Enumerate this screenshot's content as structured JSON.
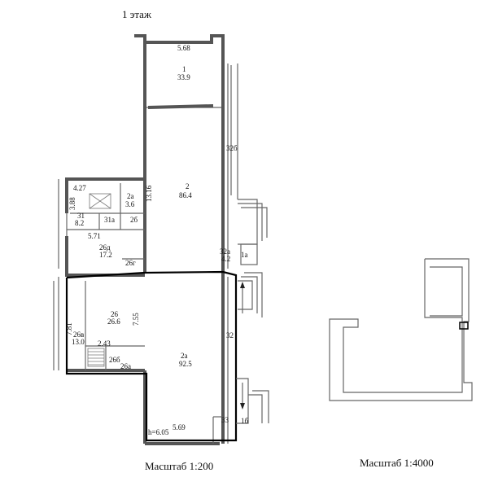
{
  "title": "1 этаж",
  "scale_main": "Масштаб 1:200",
  "scale_small": "Масштаб 1:4000",
  "dims": {
    "d568": "5.68",
    "d1316": "13.16",
    "d427": "4.27",
    "d388": "3.88",
    "d571": "5.71",
    "d781": "7.81",
    "d755": "7.55",
    "d243": "2.43",
    "d569": "5.69",
    "height": "h=6.05"
  },
  "rooms": [
    {
      "id": "1",
      "area": "33.9"
    },
    {
      "id": "2",
      "area": "86.4"
    },
    {
      "id": "2а",
      "area": "3.6"
    },
    {
      "id": "31",
      "area": "8.2"
    },
    {
      "id": "31а"
    },
    {
      "id": "2б"
    },
    {
      "id": "26д",
      "area": "17.2"
    },
    {
      "id": "26г"
    },
    {
      "id": "26",
      "area": "26.6"
    },
    {
      "id": "26в",
      "area": "13.0"
    },
    {
      "id": "26б"
    },
    {
      "id": "26а"
    },
    {
      "id": "2а",
      "area": "92.5"
    },
    {
      "id": "32а",
      "area": "4.2"
    },
    {
      "id": "32б"
    },
    {
      "id": "32"
    },
    {
      "id": "33"
    },
    {
      "id": "1а"
    },
    {
      "id": "1б"
    }
  ]
}
